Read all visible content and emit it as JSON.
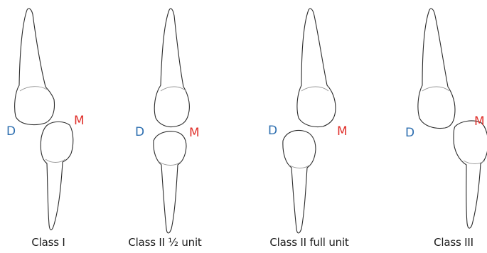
{
  "labels": {
    "distal": "D",
    "mesial": "M"
  },
  "colors": {
    "distal": "#2e6fb0",
    "mesial": "#e0312c",
    "outline": "#2b2b2b"
  },
  "panels": [
    {
      "caption": "Class I"
    },
    {
      "caption": "Class II ½ unit"
    },
    {
      "caption": "Class II full unit"
    },
    {
      "caption": "Class III"
    }
  ]
}
